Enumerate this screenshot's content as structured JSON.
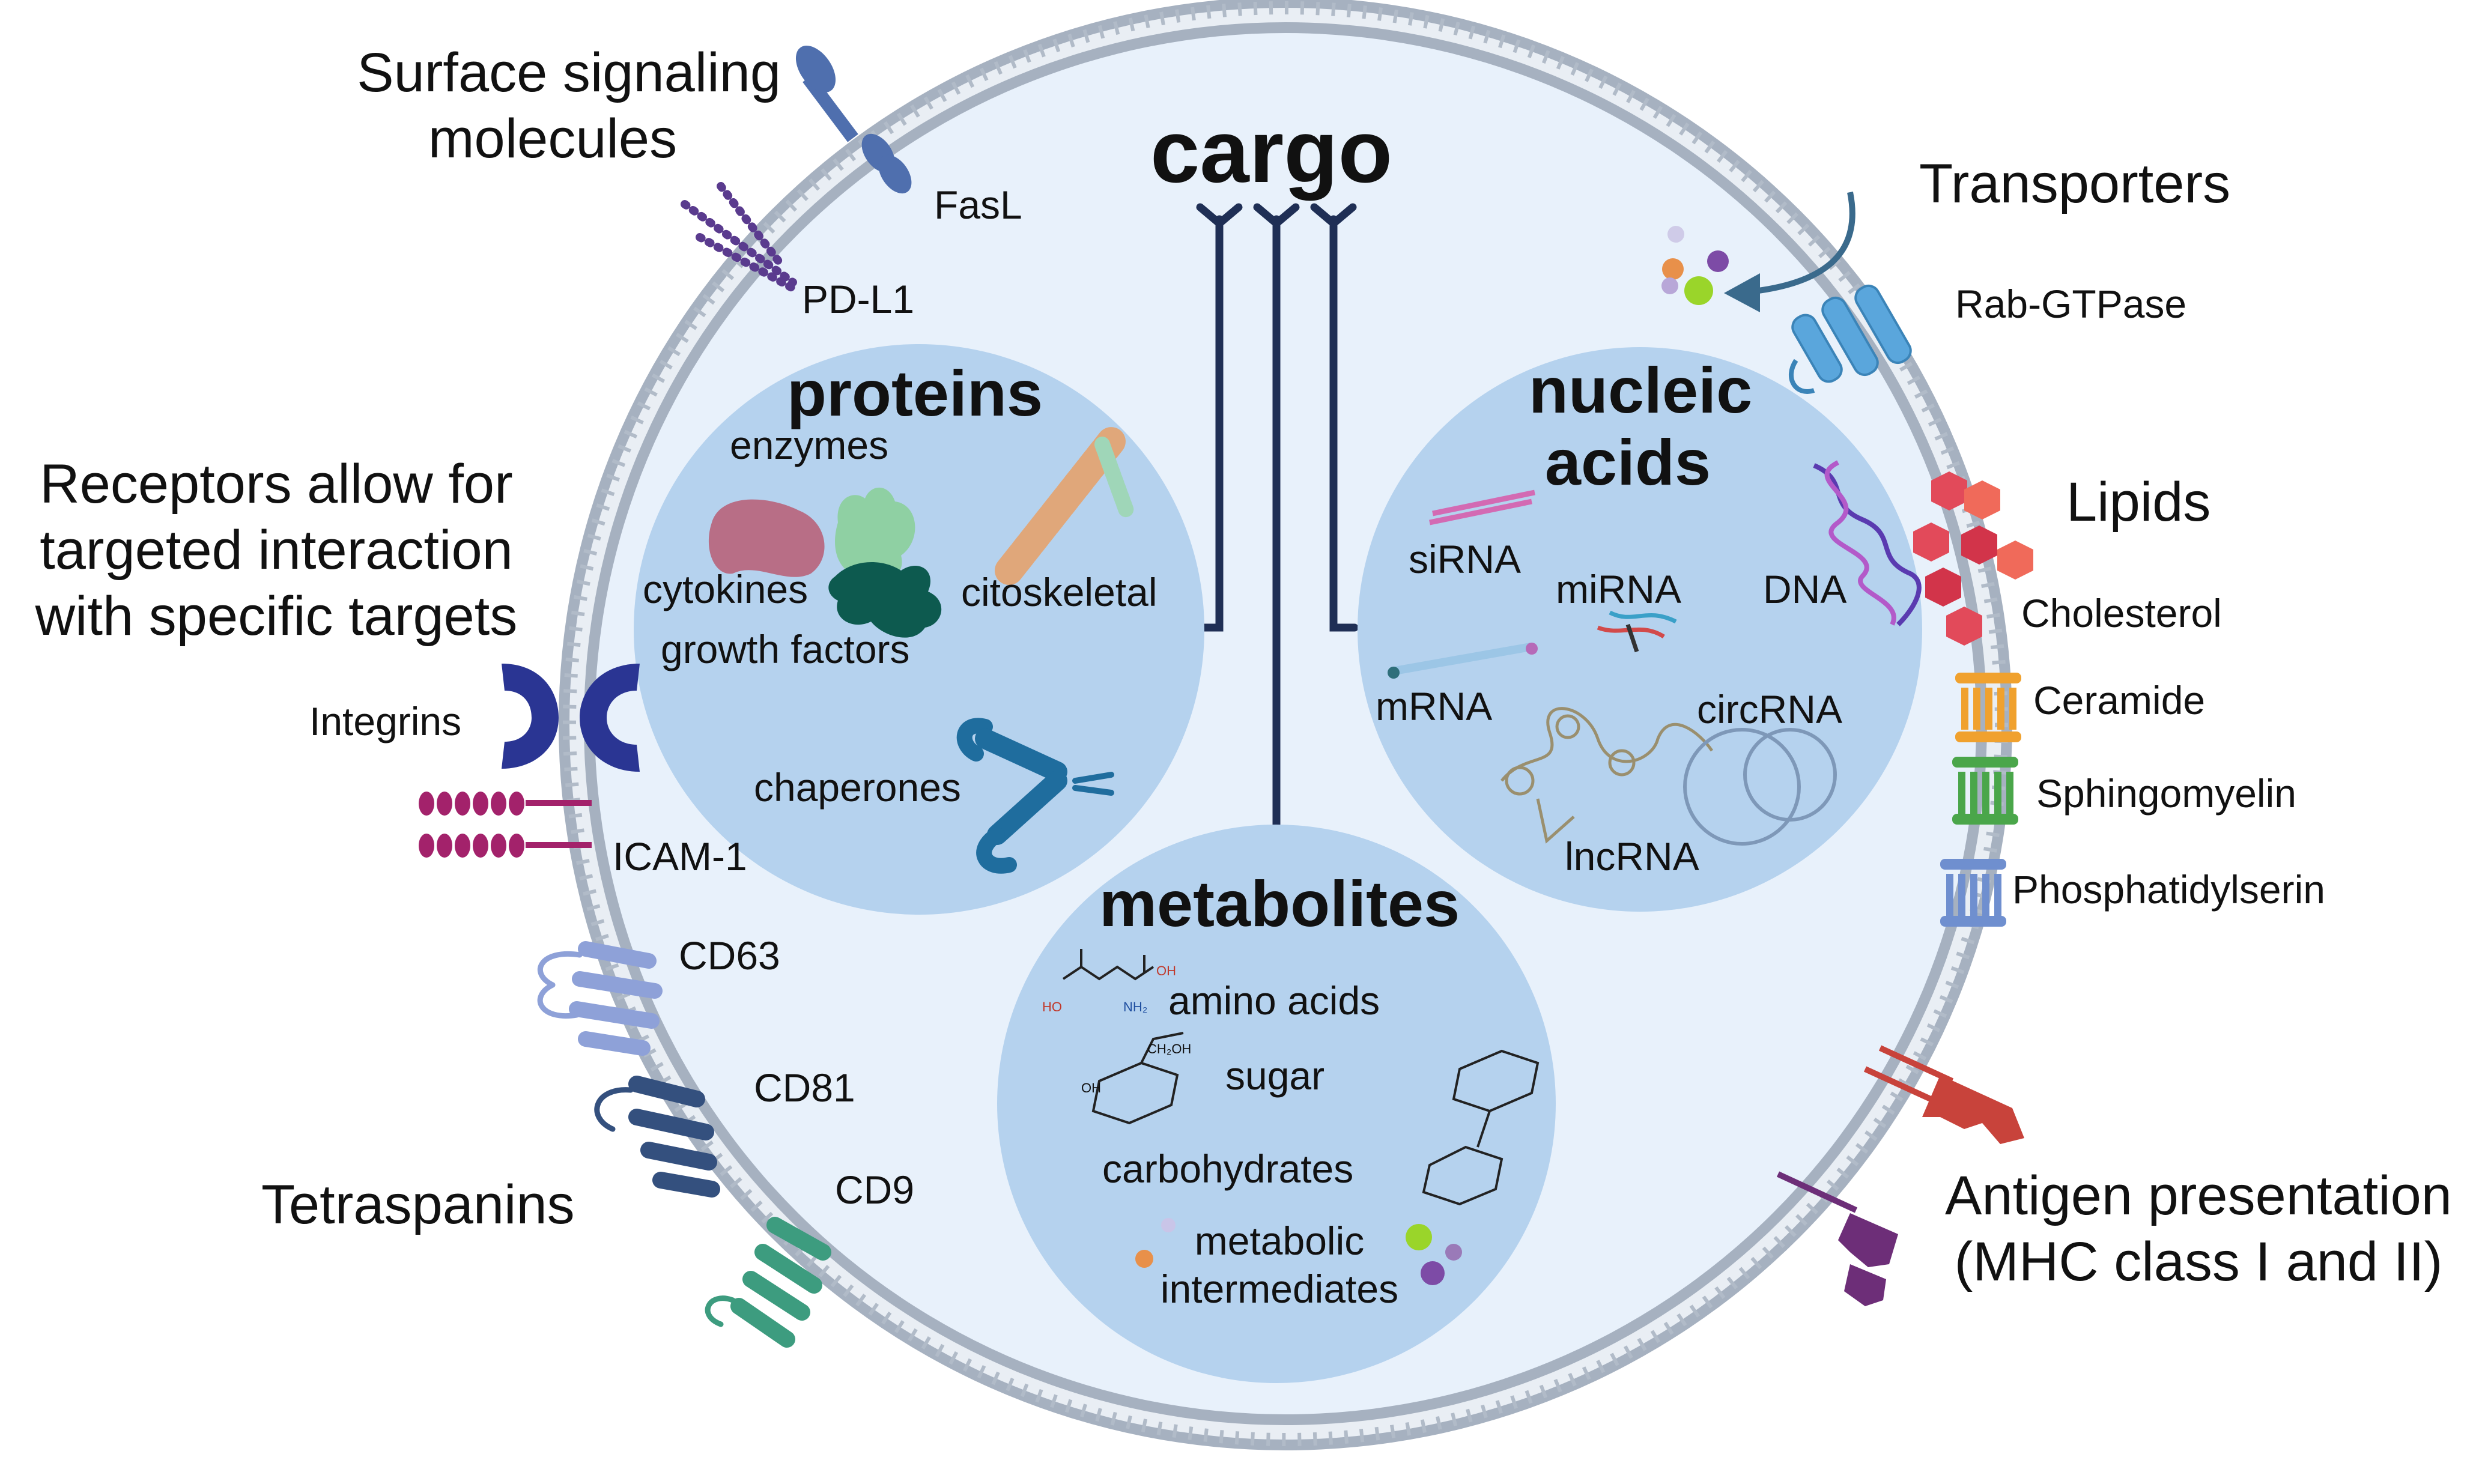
{
  "title": "cargo",
  "compartments": {
    "proteins": {
      "heading": "proteins",
      "items": [
        "enzymes",
        "cytokines",
        "growth factors",
        "citoskeletal",
        "chaperones"
      ]
    },
    "nucleic_acids": {
      "heading_line1": "nucleic",
      "heading_line2": "acids",
      "items": [
        "siRNA",
        "miRNA",
        "DNA",
        "mRNA",
        "circRNA",
        "lncRNA"
      ]
    },
    "metabolites": {
      "heading": "metabolites",
      "items": [
        "amino acids",
        "sugar",
        "carbohydrates"
      ],
      "intermediates_line1": "metabolic",
      "intermediates_line2": "intermediates"
    }
  },
  "surface": {
    "signaling_line1": "Surface signaling",
    "signaling_line2": "molecules",
    "fasl": "FasL",
    "pdl1": "PD-L1",
    "receptors_line1": "Receptors allow for",
    "receptors_line2": "targeted interaction",
    "receptors_line3": "with specific targets",
    "integrins": "Integrins",
    "icam1": "ICAM-1",
    "cd63": "CD63",
    "cd81": "CD81",
    "cd9": "CD9",
    "tetraspanins": "Tetraspanins",
    "transporters": "Transporters",
    "rab": "Rab-GTPase",
    "lipids": "Lipids",
    "cholesterol": "Cholesterol",
    "ceramide": "Ceramide",
    "sphingomyelin": "Sphingomyelin",
    "phosphatidylserin": "Phosphatidylserin",
    "antigen_line1": "Antigen presentation",
    "antigen_line2": "(MHC class I and II)"
  },
  "chem_labels": {
    "ho": "HO",
    "oh": "OH",
    "nh2": "NH₂",
    "ch2oh": "CH₂OH",
    "oh_short": "OH"
  },
  "colors": {
    "vesicle_fill": "#e8f1fb",
    "membrane": "#a9b4c2",
    "compartment": "#b5d2ee",
    "connector": "#1f2f55",
    "integrin": "#2a3593",
    "icam": "#a3226b",
    "cd63": "#8ea1d8",
    "cd81": "#34507e",
    "cd9": "#3d9c7f",
    "rab": "#5aa6dc",
    "cholesterol": "#e24a5a",
    "ceramide": "#f0a12e",
    "sphingomyelin": "#4aa64a",
    "phosphatidylserin": "#6f8fcf",
    "mhc1": "#c8433b",
    "mhc2": "#6d2e78",
    "fasl": "#4f6fae",
    "pdl1": "#5a3b8e"
  }
}
